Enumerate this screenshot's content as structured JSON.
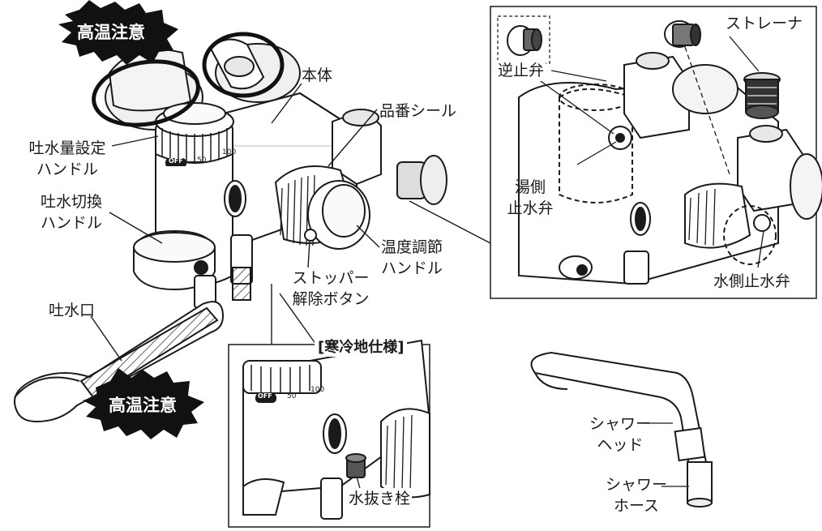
{
  "warning": "高温注意",
  "labels": {
    "body": "本体",
    "flow_handle": [
      "吐水量設定",
      "ハンドル"
    ],
    "switch_handle": [
      "吐水切換",
      "ハンドル"
    ],
    "spout": "吐水口",
    "part_seal": "品番シール",
    "temp_handle": [
      "温度調節",
      "ハンドル"
    ],
    "stopper": [
      "ストッパー",
      "解除ボタン"
    ],
    "check_valve": "逆止弁",
    "strainer": "ストレーナ",
    "hot_stop_valve": [
      "湯側",
      "止水弁"
    ],
    "cold_stop_valve": "水側止水弁",
    "cold_region_title": "[寒冷地仕様]",
    "drain_plug": "水抜き栓",
    "shower_head": [
      "シャワー",
      "ヘッド"
    ],
    "shower_hose": [
      "シャワー",
      "ホース"
    ]
  },
  "dial_marks": {
    "off": "OFF",
    "fifty": "50",
    "hundred": "100"
  }
}
